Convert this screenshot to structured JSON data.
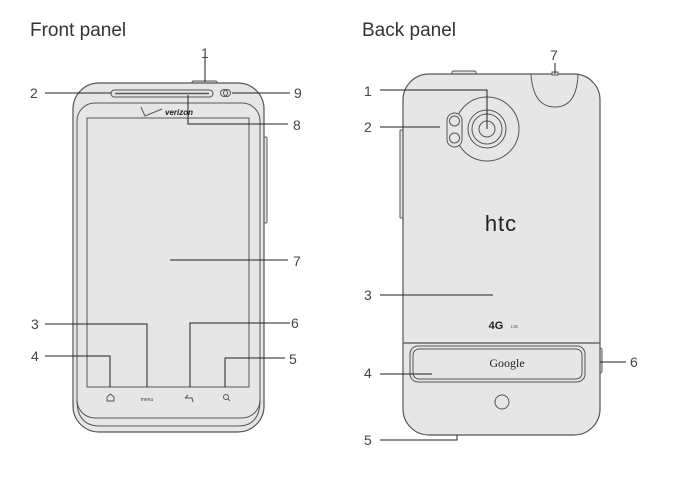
{
  "front": {
    "title": "Front panel",
    "callouts": [
      "1",
      "2",
      "3",
      "4",
      "5",
      "6",
      "7",
      "8",
      "9"
    ],
    "carrier_logo": "verizon",
    "softkeys": {
      "home": "home-icon",
      "menu": "menu",
      "back": "back-icon",
      "search": "search-icon"
    }
  },
  "back": {
    "title": "Back panel",
    "callouts": [
      "1",
      "2",
      "3",
      "4",
      "5",
      "6",
      "7"
    ],
    "brand_logo": "htc",
    "network_logo": "4G",
    "network_sub": "LTE",
    "kickstand_text": "Google"
  },
  "colors": {
    "body": "#e6e6e6",
    "outline": "#555555",
    "text": "#333333"
  }
}
